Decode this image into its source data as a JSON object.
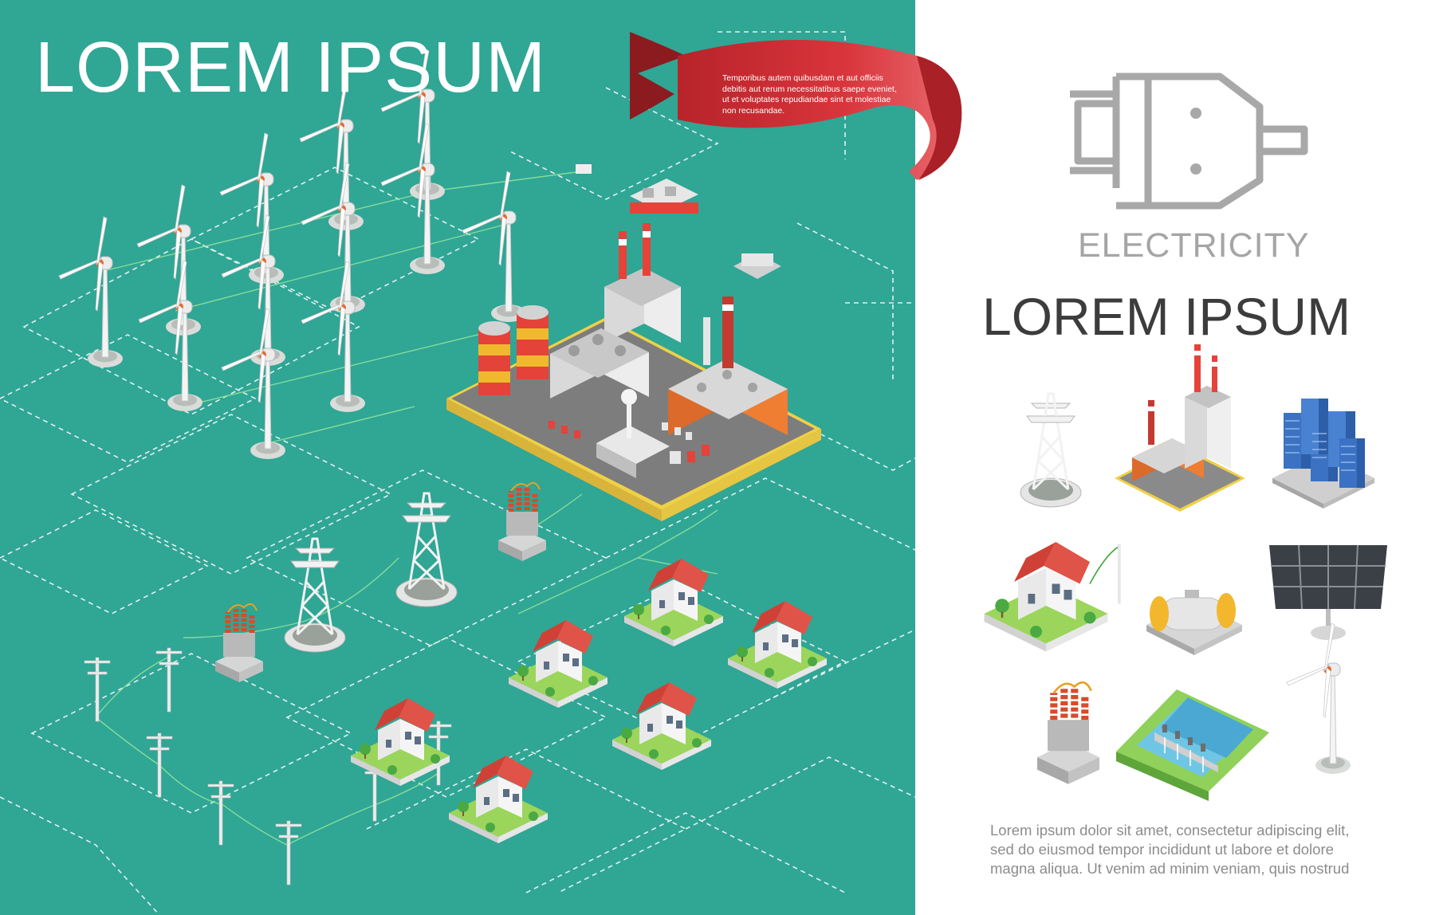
{
  "left": {
    "title": "LOREM IPSUM",
    "background": "#30a695",
    "ribbon_color": "#c92d34",
    "ribbon_lines": [
      "Temporibus autem quibusdam et aut officiis",
      "debitis aut rerum necessitatibus saepe eveniet,",
      "ut et voluptates repudiandae sint et molestiae",
      "non recusandae."
    ],
    "scene_icons": [
      "wind-turbine-icon",
      "power-plant-icon",
      "transmission-tower-icon",
      "transformer-icon",
      "utility-pole-icon",
      "house-icon"
    ]
  },
  "right": {
    "plug_icon": "electric-plug-icon",
    "label": "ELECTRICITY",
    "title": "LOREM IPSUM",
    "icons": [
      "transmission-tower-icon",
      "power-plant-icon",
      "data-center-icon",
      "house-icon",
      "gas-tank-icon",
      "solar-panel-icon",
      "transformer-icon",
      "hydro-dam-icon",
      "wind-turbine-icon"
    ],
    "body_lines": [
      "Lorem ipsum dolor sit amet, consectetur adipiscing elit,",
      "sed do eiusmod tempor incididunt ut labore et dolore",
      "magna aliqua. Ut venim ad minim veniam, quis nostrud"
    ]
  }
}
